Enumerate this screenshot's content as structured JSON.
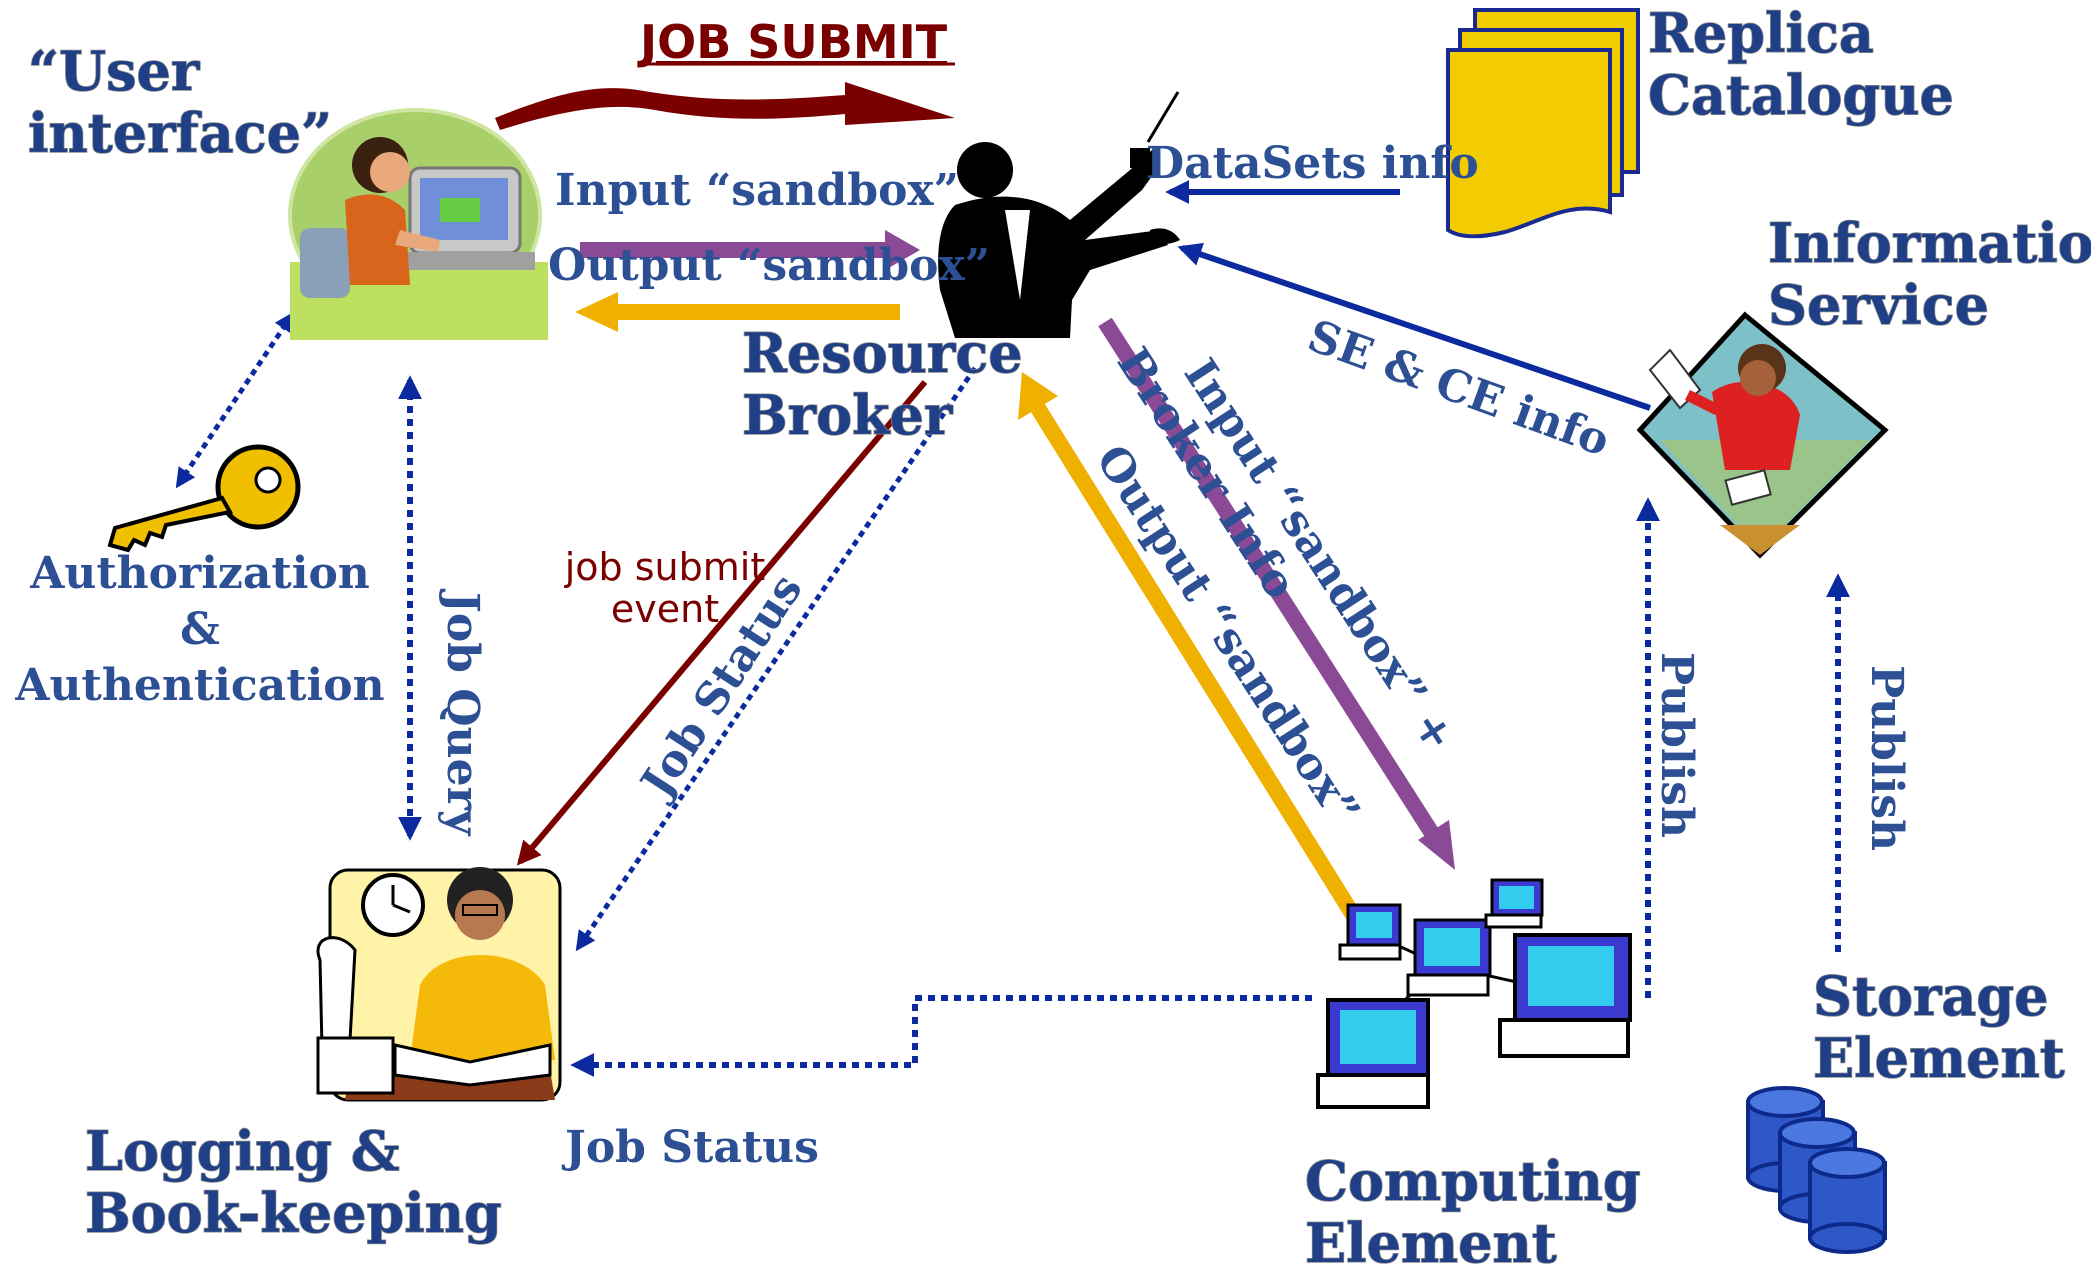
{
  "nodes": {
    "user_interface": "“User\ninterface”",
    "resource_broker": "Resource\nBroker",
    "replica_catalogue": "Replica\nCatalogue",
    "information_service": "Information\nService",
    "authorization": "Authorization\n&\nAuthentication",
    "logging": "Logging &\nBook-keeping",
    "computing_element": "Computing\nElement",
    "storage_element": "Storage\nElement"
  },
  "edges": {
    "job_submit_top": "JOB SUBMIT",
    "input_sandbox": "Input “sandbox”",
    "output_sandbox": "Output “sandbox”",
    "datasets_info": "DataSets info",
    "se_ce_info": "SE & CE info",
    "job_submit_event": "job submit\nevent",
    "job_status_diag": "Job Status",
    "job_query": "Job Query",
    "input_sandbox_broker": "Input “sandbox” +\nBroker Info",
    "output_sandbox_ce": "Output “sandbox”",
    "publish_ce": "Publish",
    "publish_se": "Publish",
    "job_status_bottom": "Job Status"
  },
  "colors": {
    "dark_red": "#7a0000",
    "purple": "#8b4a96",
    "gold": "#f0b000",
    "navy": "#0b2aa0",
    "label_blue": "#2d4f93"
  }
}
